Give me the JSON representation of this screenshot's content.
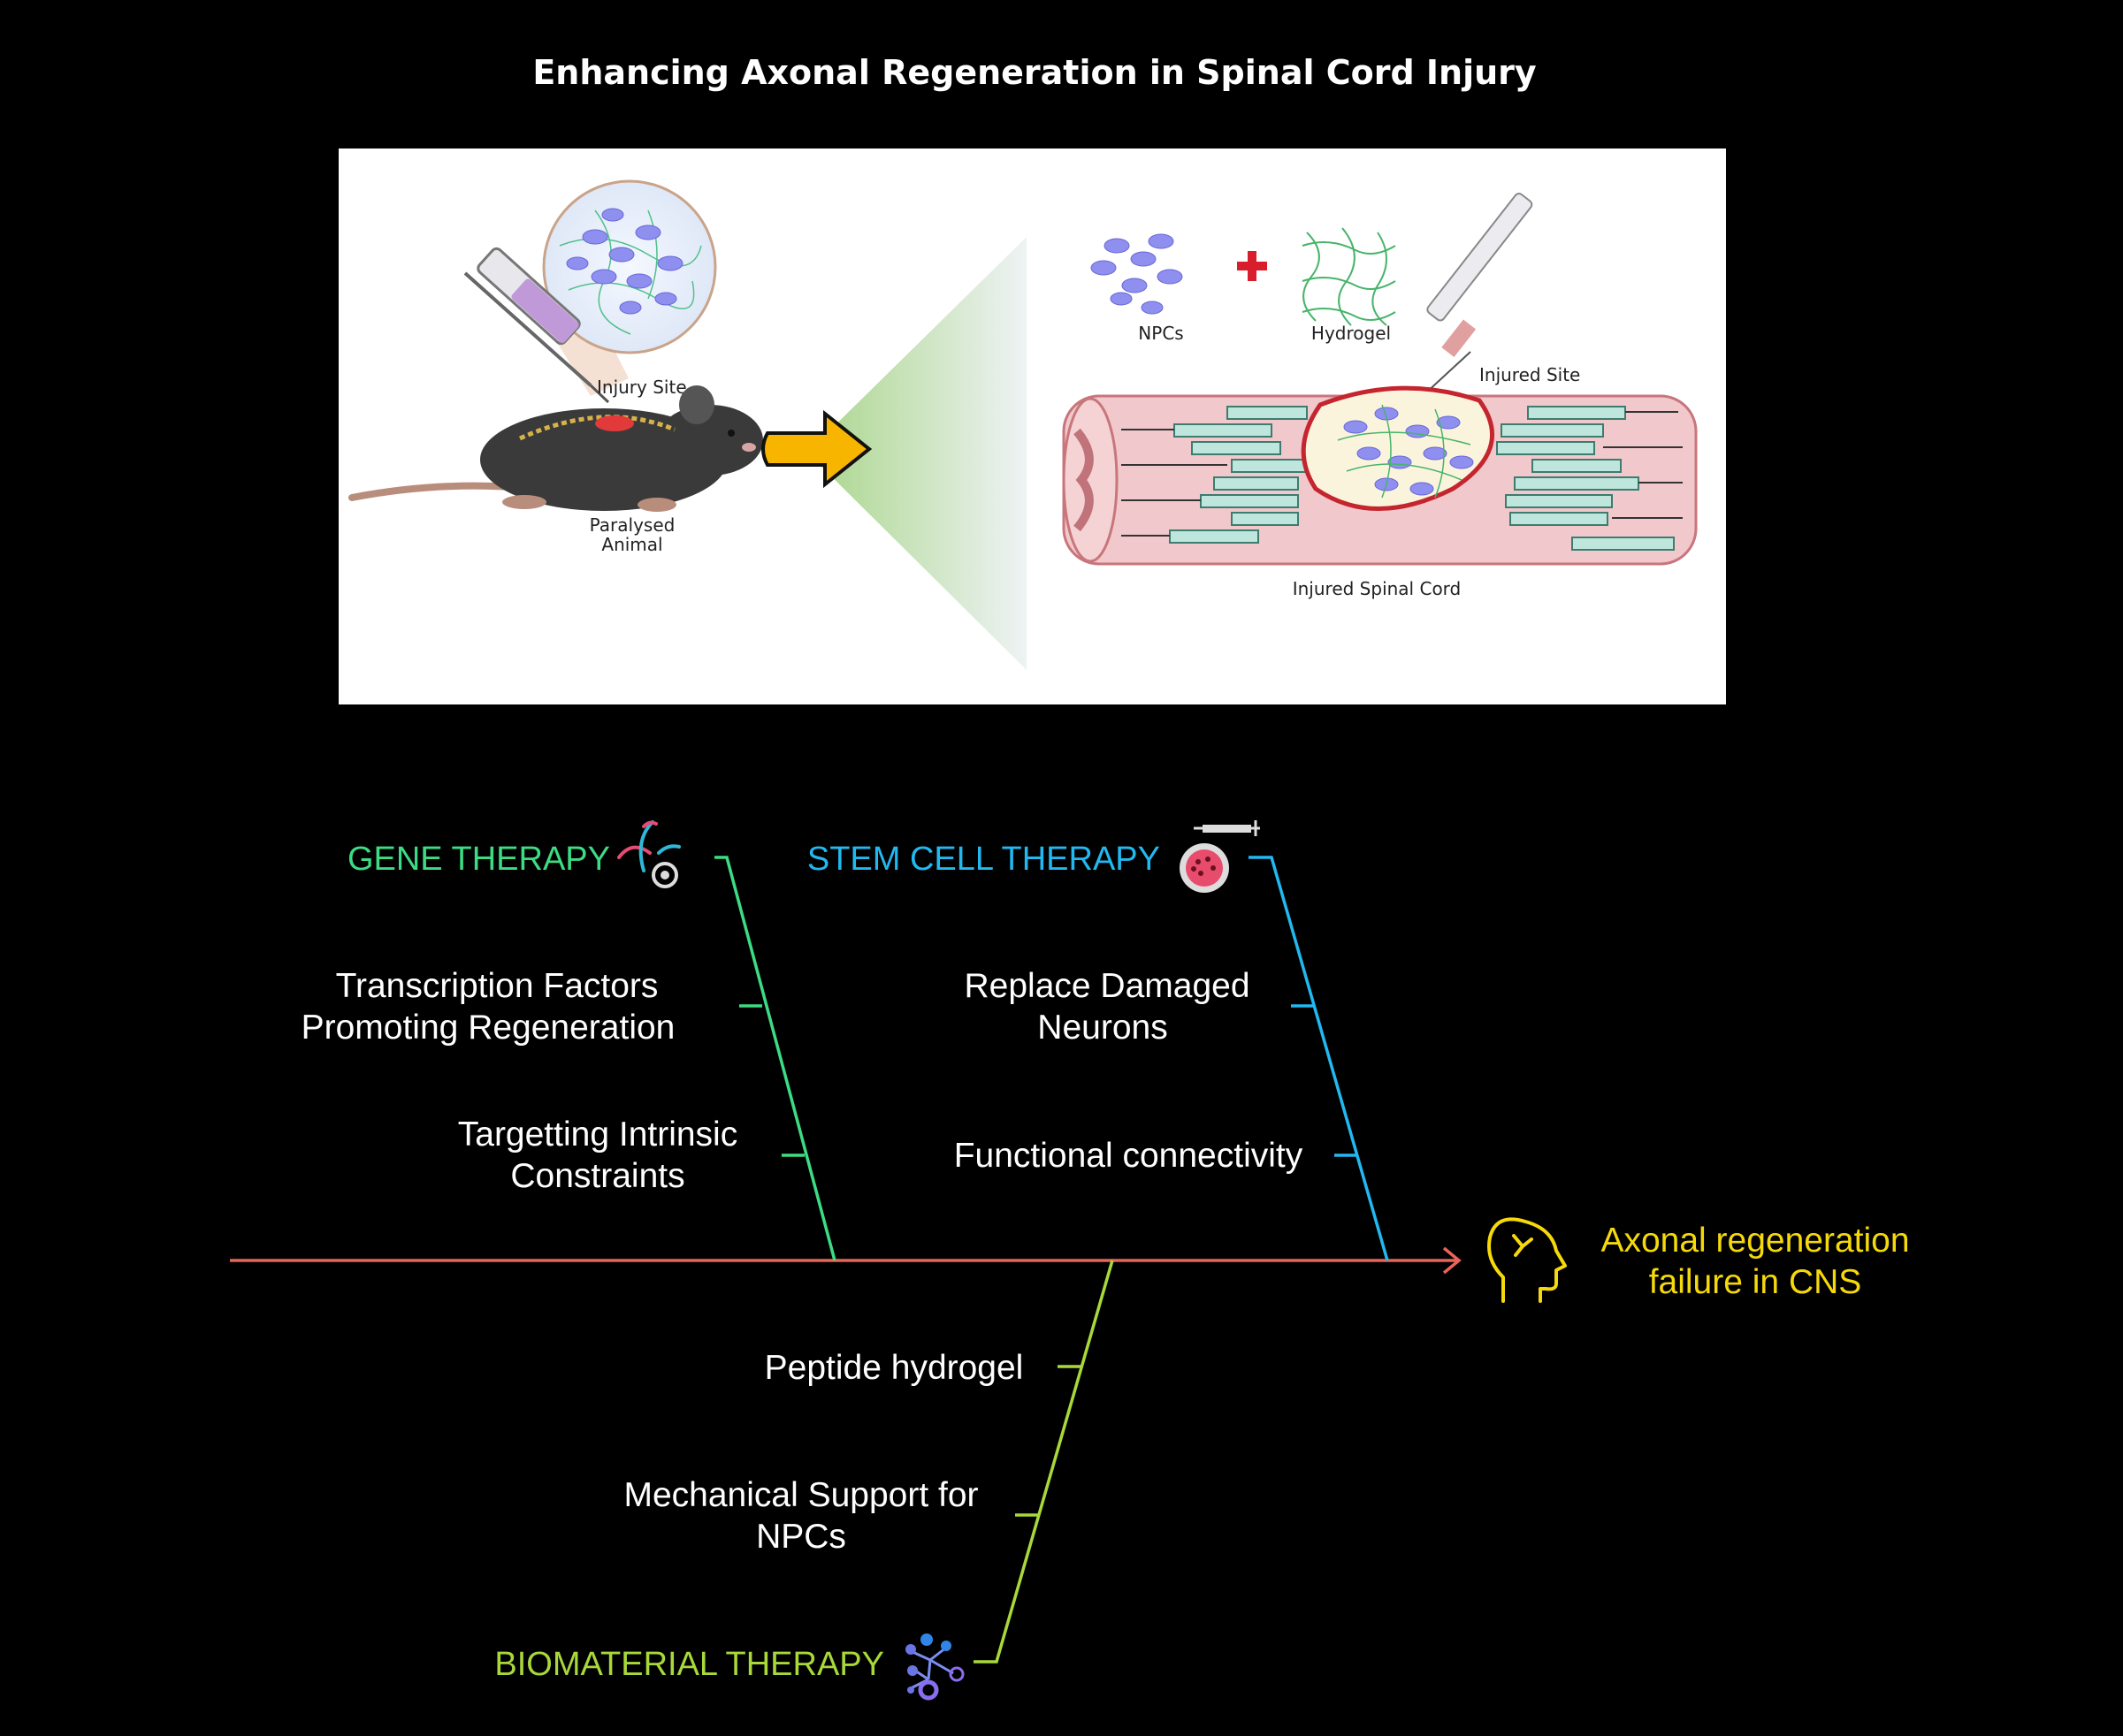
{
  "title": "Enhancing Axonal Regeneration in Spinal Cord Injury",
  "illustration": {
    "injury_site": "Injury Site",
    "paralysed_line1": "Paralysed",
    "paralysed_line2": "Animal",
    "npcs": "NPCs",
    "hydrogel": "Hydrogel",
    "injured_site": "Injured Site",
    "injured_spinal_cord": "Injured Spinal Cord"
  },
  "effect": {
    "line1": "Axonal regeneration",
    "line2": "failure in CNS",
    "color": "#f5d90a",
    "icon": "head-icon"
  },
  "spine_color": "#e8645a",
  "categories": {
    "gene": {
      "label": "GENE THERAPY",
      "color": "#3ddc84",
      "icon": "dna-gear-icon",
      "causes": [
        {
          "line1": "Transcription Factors",
          "line2": "Promoting Regeneration"
        },
        {
          "line1": "Targetting Intrinsic",
          "line2": "Constraints"
        }
      ]
    },
    "stem": {
      "label": "STEM CELL THERAPY",
      "color": "#22b8f0",
      "icon": "petri-dish-syringe-icon",
      "causes": [
        {
          "line1": "Replace Damaged",
          "line2": "Neurons"
        },
        {
          "line1": "Functional connectivity"
        }
      ]
    },
    "bio": {
      "label": "BIOMATERIAL THERAPY",
      "color": "#a8d83a",
      "icon": "molecule-network-icon",
      "causes": [
        {
          "line1": "Peptide hydrogel"
        },
        {
          "line1": "Mechanical Support for",
          "line2": "NPCs"
        }
      ]
    }
  }
}
